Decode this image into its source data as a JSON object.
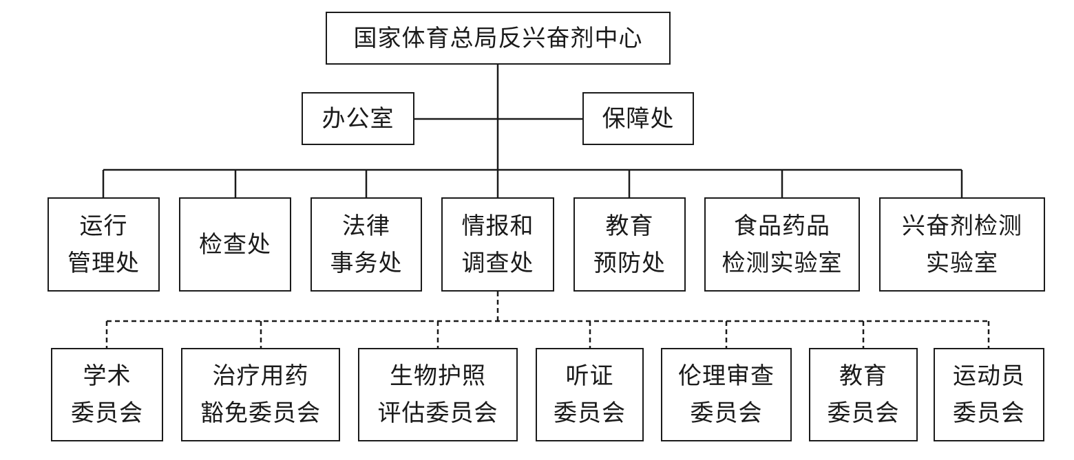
{
  "root": {
    "lines": [
      "国家体育总局反兴奋剂中心"
    ]
  },
  "staff": [
    {
      "id": "office",
      "lines": [
        "办公室"
      ]
    },
    {
      "id": "support",
      "lines": [
        "保障处"
      ]
    }
  ],
  "departments": [
    {
      "id": "operations",
      "lines": [
        "运行",
        "管理处"
      ]
    },
    {
      "id": "inspection",
      "lines": [
        "检查处"
      ]
    },
    {
      "id": "legal",
      "lines": [
        "法律",
        "事务处"
      ]
    },
    {
      "id": "intelligence",
      "lines": [
        "情报和",
        "调查处"
      ]
    },
    {
      "id": "education",
      "lines": [
        "教育",
        "预防处"
      ]
    },
    {
      "id": "food-drug-lab",
      "lines": [
        "食品药品",
        "检测实验室"
      ]
    },
    {
      "id": "doping-lab",
      "lines": [
        "兴奋剂检测",
        "实验室"
      ]
    }
  ],
  "committees": [
    {
      "id": "academic",
      "lines": [
        "学术",
        "委员会"
      ]
    },
    {
      "id": "tue",
      "lines": [
        "治疗用药",
        "豁免委员会"
      ]
    },
    {
      "id": "biopassport",
      "lines": [
        "生物护照",
        "评估委员会"
      ]
    },
    {
      "id": "hearing",
      "lines": [
        "听证",
        "委员会"
      ]
    },
    {
      "id": "ethics",
      "lines": [
        "伦理审查",
        "委员会"
      ]
    },
    {
      "id": "education",
      "lines": [
        "教育",
        "委员会"
      ]
    },
    {
      "id": "athletes",
      "lines": [
        "运动员",
        "委员会"
      ]
    }
  ]
}
